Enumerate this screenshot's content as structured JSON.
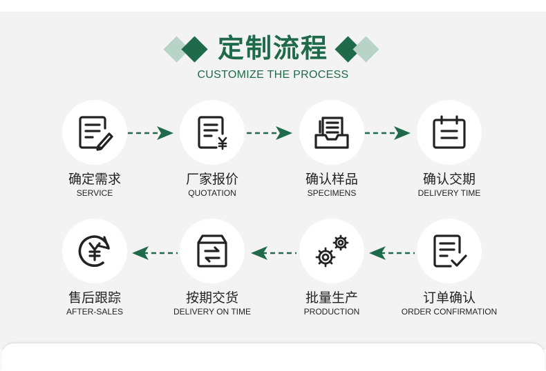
{
  "header": {
    "title": "定制流程",
    "subtitle": "CUSTOMIZE THE PROCESS"
  },
  "colors": {
    "accent": "#1e6a4a",
    "accent_light": "#b8d4c8",
    "panel": "#f3f3f3"
  },
  "steps": [
    {
      "cn": "确定需求",
      "en": "SERVICE",
      "icon": "document-edit-icon"
    },
    {
      "cn": "厂家报价",
      "en": "QUOTATION",
      "icon": "quotation-yen-icon"
    },
    {
      "cn": "确认样品",
      "en": "SPECIMENS",
      "icon": "sample-tray-icon"
    },
    {
      "cn": "确认交期",
      "en": "DELIVERY TIME",
      "icon": "calendar-icon"
    },
    {
      "cn": "订单确认",
      "en": "ORDER CONFIRMATION",
      "icon": "order-check-icon"
    },
    {
      "cn": "批量生产",
      "en": "PRODUCTION",
      "icon": "gears-icon"
    },
    {
      "cn": "按期交货",
      "en": "DELIVERY ON TIME",
      "icon": "delivery-box-icon"
    },
    {
      "cn": "售后跟踪",
      "en": "AFTER-SALES",
      "icon": "refresh-yen-icon"
    }
  ]
}
